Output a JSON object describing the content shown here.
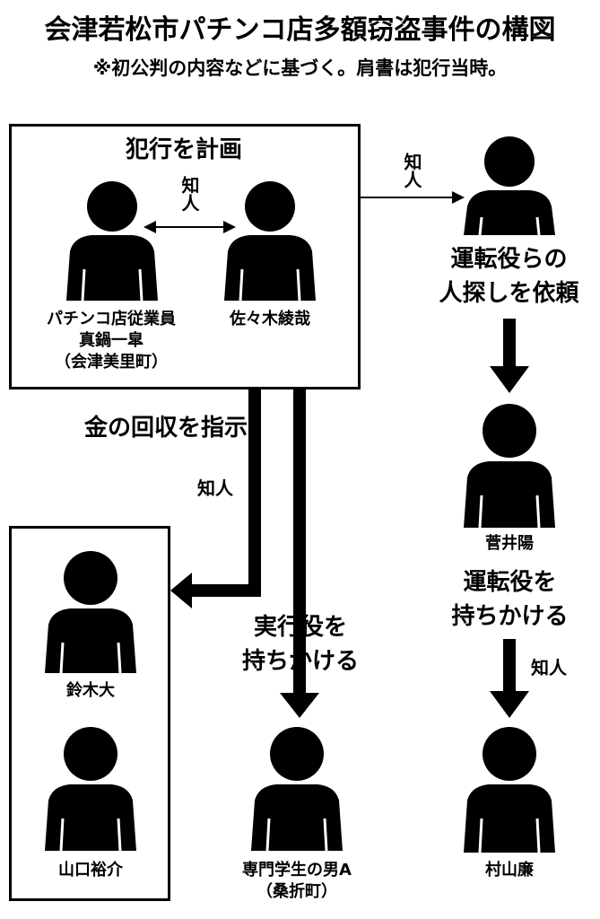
{
  "header": {
    "title": "会津若松市パチンコ店多額窃盗事件の構図",
    "subtitle": "※初公判の内容などに基づく。肩書は犯行当時。"
  },
  "plan_box": {
    "heading": "犯行を計画",
    "acquaintance": "知人"
  },
  "people": {
    "shinnabe_line1": "パチンコ店従業員",
    "shinnabe_line2": "真鍋一皐",
    "shinnabe_line3": "（会津美里町）",
    "sasaki": "佐々木綾哉",
    "sugai": "菅井陽",
    "murayama": "村山廉",
    "suzuki": "鈴木大",
    "yamaguchi": "山口裕介",
    "student_line1": "専門学生の男A",
    "student_line2": "（桑折町）"
  },
  "edges": {
    "to_right_label": "知人",
    "recruit_line1": "運転役らの",
    "recruit_line2": "人探しを依頼",
    "collect_label": "金の回収を指示",
    "collect_acq": "知人",
    "exec_line1": "実行役を",
    "exec_line2": "持ちかける",
    "driver_line1": "運転役を",
    "driver_line2": "持ちかける",
    "driver_acq": "知人"
  },
  "icons": [
    "person-icon",
    "double-arrow-icon",
    "arrow-down-icon",
    "arrow-left-icon"
  ]
}
